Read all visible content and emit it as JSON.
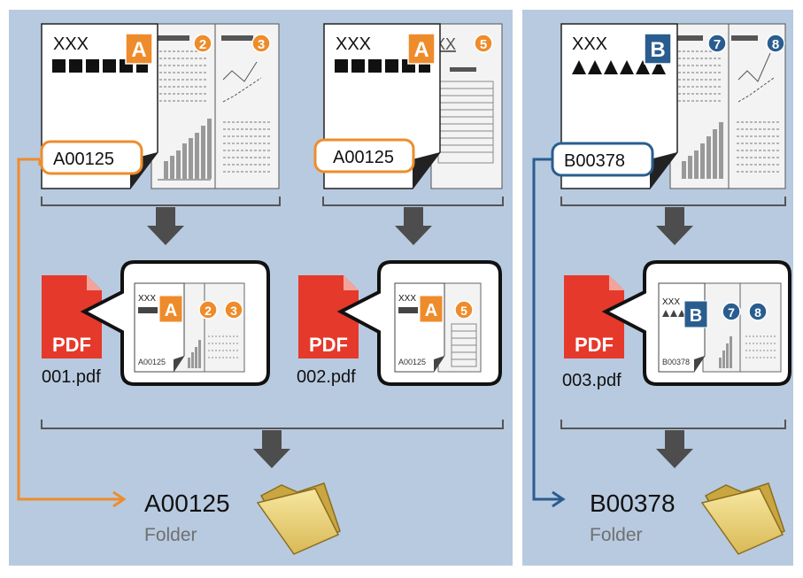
{
  "panels": {
    "left_color": "#b8cae0",
    "right_color": "#b8cae0"
  },
  "colors": {
    "orange": "#ee8c2b",
    "blue": "#2a5d8f",
    "arrow_gray": "#4d4d4d",
    "pdf_red": "#e5392b"
  },
  "pages": {
    "page1": {
      "header": "XXX",
      "tag": "A",
      "code": "A00125"
    },
    "page1b": {
      "badge": "2"
    },
    "page1c": {
      "badge": "3"
    },
    "page2": {
      "header": "XXX",
      "tag": "A",
      "code": "A00125",
      "partial_text": "XX"
    },
    "page2b": {
      "badge": "5"
    },
    "page3": {
      "header": "XXX",
      "tag": "B",
      "code": "B00378"
    },
    "page3b": {
      "badge": "7"
    },
    "page3c": {
      "badge": "8"
    }
  },
  "pdfs": [
    {
      "icon_label": "PDF",
      "filename": "001.pdf",
      "thumb_header": "XXX",
      "thumb_tag": "A",
      "thumb_code": "A00125",
      "badges": [
        "2",
        "3"
      ]
    },
    {
      "icon_label": "PDF",
      "filename": "002.pdf",
      "thumb_header": "XXX",
      "thumb_tag": "A",
      "thumb_code": "A00125",
      "badges": [
        "5"
      ]
    },
    {
      "icon_label": "PDF",
      "filename": "003.pdf",
      "thumb_header": "XXX",
      "thumb_tag": "B",
      "thumb_code": "B00378",
      "badges": [
        "7",
        "8"
      ]
    }
  ],
  "folders": [
    {
      "name": "A00125",
      "label": "Folder",
      "icon": "folder-icon"
    },
    {
      "name": "B00378",
      "label": "Folder",
      "icon": "folder-icon"
    }
  ]
}
